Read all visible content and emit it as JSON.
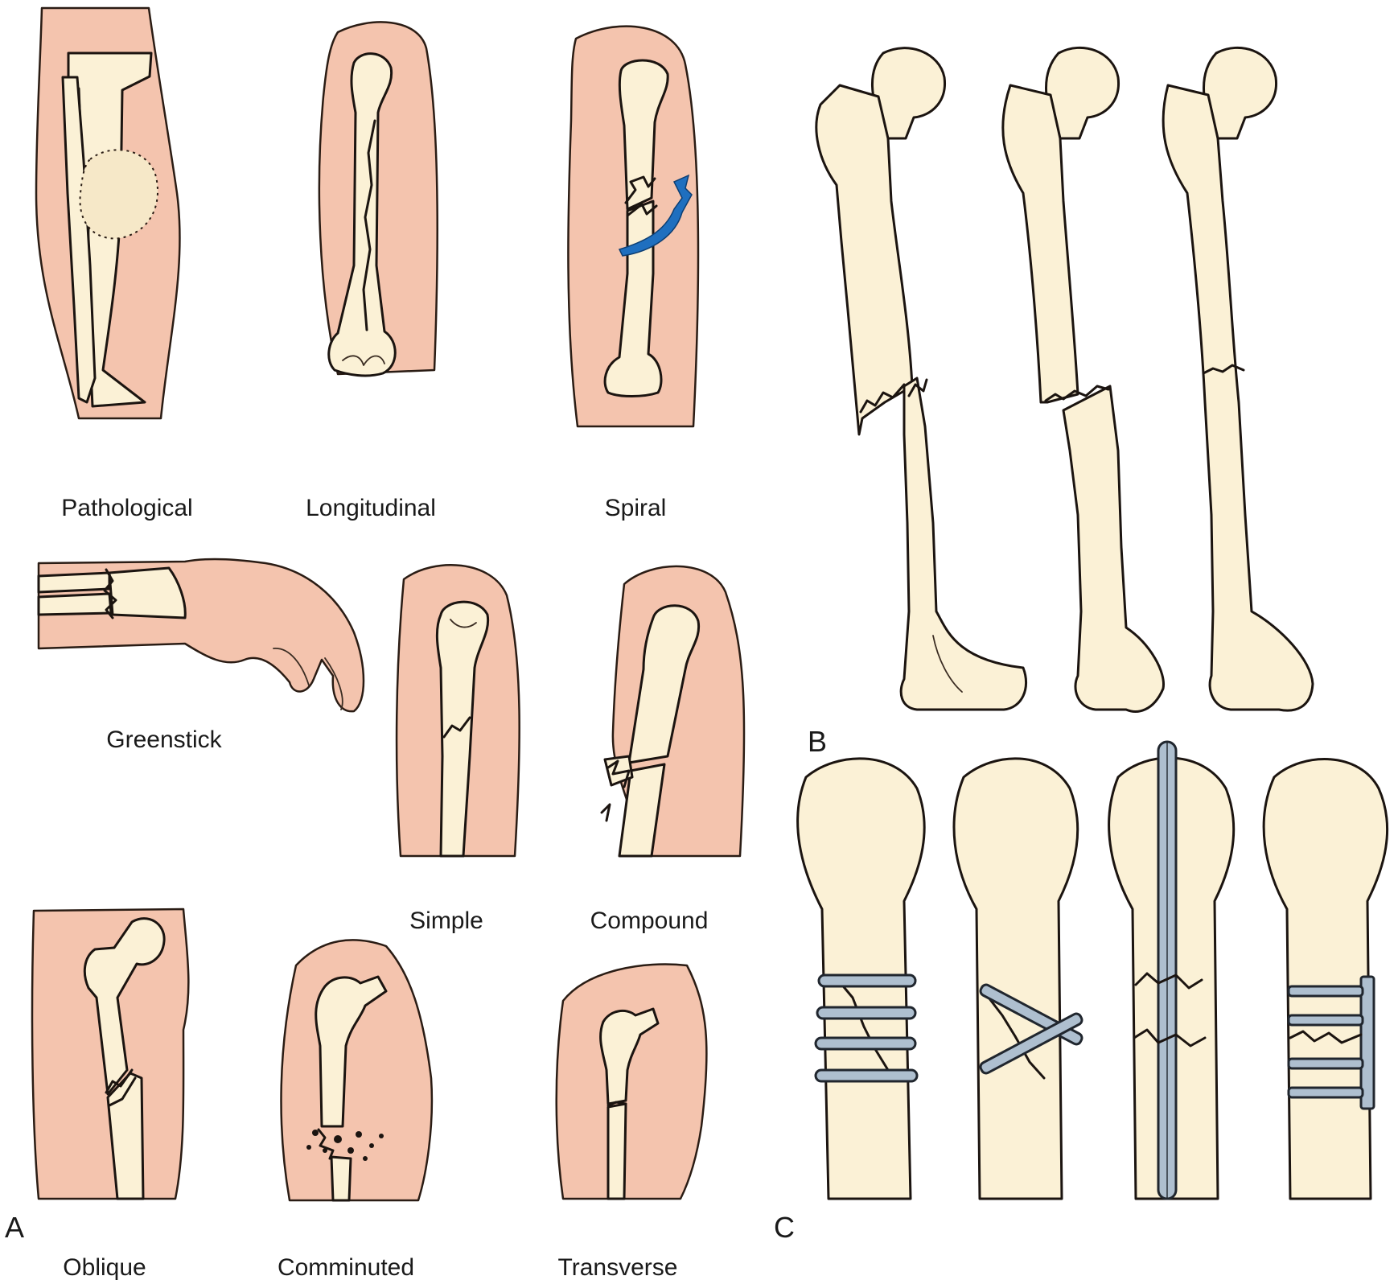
{
  "colors": {
    "skin": "#f4c4ae",
    "bone": "#fbf1d6",
    "outline": "#1b1410",
    "arrow": "#1f6fbf",
    "hardware": "#aebfcf"
  },
  "panels": {
    "a": "A",
    "b": "B",
    "c": "C"
  },
  "fracture_types": {
    "pathological": "Pathological",
    "longitudinal": "Longitudinal",
    "spiral": "Spiral",
    "greenstick": "Greenstick",
    "simple": "Simple",
    "compound": "Compound",
    "oblique": "Oblique",
    "comminuted": "Comminuted",
    "transverse": "Transverse"
  },
  "icons": {
    "spiral_arrow": "curved-arrow-icon"
  }
}
